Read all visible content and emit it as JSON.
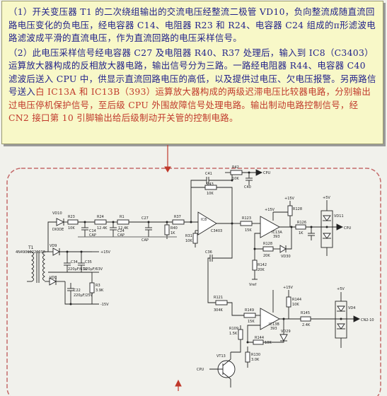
{
  "note": {
    "p1_a": "（1）开关变压器 T1 的二次绕组输出的交流电压经整流二极管 VD10，负向整流成随直流回路电压变化的负电压，经电容器 C14、电阻器 R23 和 R24、电容器 C24 组成的π形滤波电路滤波成平滑的直流电压，作为直流回路的电压采样信号。",
    "p2_a": "（2）此电压采样信号经电容器 C27 及电阻器 R40、R37 处理后，输入到 IC8（C3403）运",
    "p2_b": "算放大器构成的反相放大器电路，输出信号分为三路。一路经电阻器 R44、电容器 C40 滤波后送入 CPU 中，供显示直流回路电压的高低，以及提供过电压、欠电压报警。另两路信号送入",
    "p2_hl1": "白 IC13A 和 IC13B（393）运",
    "p2_hl2": "算放大器构成的两级迟滞电压比较器电路，分别输出过电压停机保护信号，至后级 CPU 外围故障信号处理电路。输出制动电路控制信号，经 CN2 接口第 10 引脚输出给后级制动开关管的控制电路。"
  },
  "labels": {
    "t1": "T1",
    "t1sub": "4N49010220030",
    "vd10": "VD10",
    "diode": "DIODE",
    "r23": "R23",
    "r23v": "10K",
    "c14": "C14",
    "c14v": "CAP",
    "r24": "R24",
    "r24v": "12.4K",
    "c24": "C24",
    "c24v": "CAP",
    "r1": "R1",
    "r1v": "12.4K",
    "c27": "C27",
    "c27v": "CAP",
    "r37": "R37",
    "r40": "R40",
    "r40v": "1K",
    "c41": "C41",
    "r43": "R43",
    "r43v": "10K",
    "r42": "R42",
    "r42v": "10K",
    "cpu": "CPU",
    "c40": "C40",
    "ic8": "IC8",
    "ic8v": "C3403",
    "r31": "R31",
    "r31v": "10K",
    "c36": "C36",
    "r123": "R123",
    "r123v": "15K",
    "p15v": "+15V",
    "p5v": "+5V",
    "m15v": "-15V",
    "ic13a": "IC13A",
    "ic13av": "393",
    "r126": "R126",
    "r126v": "1K",
    "vd11": "VD11",
    "cpu1": "CPU",
    "r128": "R128",
    "r128v": "20K",
    "r142": "R142",
    "r142v": "20K",
    "vd30": "VD30",
    "vref": "Vref",
    "vd9": "VD9",
    "c34": "C34",
    "c34v": "220μF/63V",
    "c35": "C35",
    "c35v": "220μF/63V",
    "vd8": "VD8",
    "c22": "C22",
    "c22v": "220μF/25V",
    "r3": "R3",
    "r3v": "3.9K",
    "r121": "R121",
    "r121v": "304K",
    "r149": "R149",
    "r149v": "15K",
    "ic13b": "IC13B",
    "ic13bv": "393",
    "r144": "R144",
    "r144v": "10K",
    "r145": "R145",
    "r145v": "2.4K",
    "vd4": "VD4",
    "cn2": "CN2-10",
    "r109": "R109",
    "r109v": "1.5K",
    "vd29": "VD29",
    "r144b": "R144",
    "r144bv": "10K",
    "r130": "R130",
    "r130v": "3.0K",
    "vt13": "VT13",
    "cpu2": "CPU"
  },
  "colors": {
    "note_bg": "#f8f8c8",
    "note_text": "#1f1f8a",
    "highlight": "#c0392b",
    "frame": "#c46a6a",
    "wire": "#222222"
  }
}
